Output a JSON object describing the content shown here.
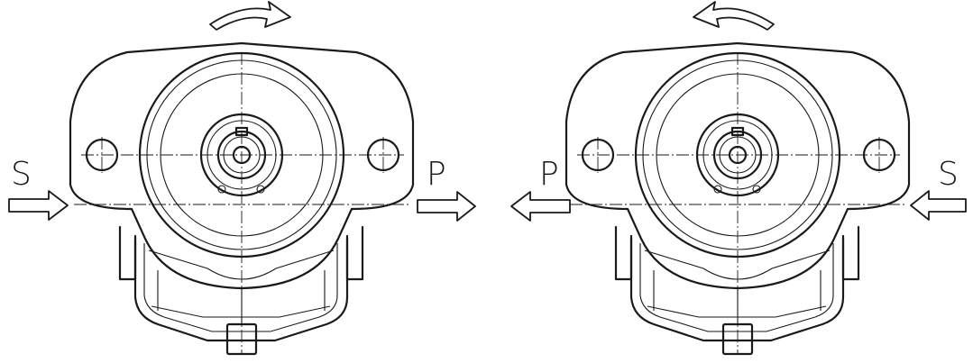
{
  "pumps": [
    {
      "id": "left",
      "rotation": "clockwise",
      "inlet_label": "S",
      "outlet_label": "P",
      "inlet_side": "left",
      "outlet_side": "right"
    },
    {
      "id": "right",
      "rotation": "counterclockwise",
      "inlet_label": "S",
      "outlet_label": "P",
      "inlet_side": "right",
      "outlet_side": "left"
    }
  ],
  "colors": {
    "line": "#1a1a1a",
    "background": "#ffffff"
  }
}
